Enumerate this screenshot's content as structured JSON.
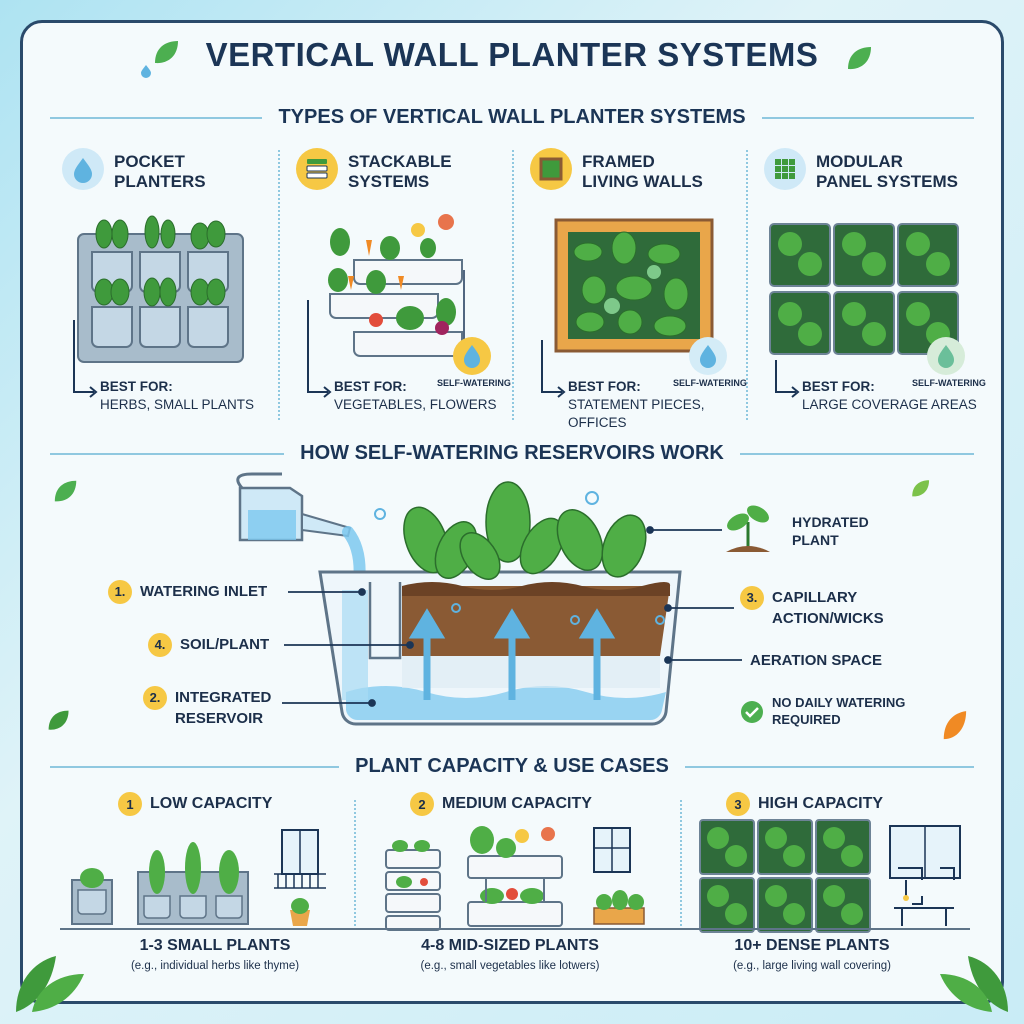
{
  "title": "VERTICAL WALL PLANTER SYSTEMS",
  "types_section": {
    "heading": "TYPES OF VERTICAL WALL PLANTER SYSTEMS",
    "items": [
      {
        "name_line1": "POCKET",
        "name_line2": "PLANTERS",
        "best_label": "BEST FOR:",
        "best_line1": "HERBS, SMALL PLANTS",
        "best_line2": "",
        "badge": "",
        "icon": "water-drop-icon",
        "icon_color": "#5fb3e0"
      },
      {
        "name_line1": "STACKABLE",
        "name_line2": "SYSTEMS",
        "best_label": "BEST FOR:",
        "best_line1": "VEGETABLES, FLOWERS",
        "best_line2": "",
        "badge": "SELF-WATERING",
        "icon": "stacked-trays-icon",
        "icon_color": "#f6c844"
      },
      {
        "name_line1": "FRAMED",
        "name_line2": "LIVING WALLS",
        "best_label": "BEST FOR:",
        "best_line1": "STATEMENT PIECES,",
        "best_line2": "OFFICES",
        "badge": "SELF-WATERING",
        "icon": "frame-icon",
        "icon_color": "#f6c844"
      },
      {
        "name_line1": "MODULAR",
        "name_line2": "PANEL SYSTEMS",
        "best_label": "BEST FOR:",
        "best_line1": "LARGE COVERAGE AREAS",
        "best_line2": "",
        "badge": "SELF-WATERING",
        "icon": "grid-panel-icon",
        "icon_color": "#5fb3e0"
      }
    ]
  },
  "reservoir_section": {
    "heading": "HOW SELF-WATERING RESERVOIRS WORK",
    "labels": {
      "inlet_num": "1.",
      "inlet": "WATERING INLET",
      "soil_num": "4.",
      "soil": "SOIL/PLANT",
      "reservoir_num": "2.",
      "reservoir_line1": "INTEGRATED",
      "reservoir_line2": "RESERVOIR",
      "hydrated_line1": "HYDRATED",
      "hydrated_line2": "PLANT",
      "capillary_num": "3.",
      "capillary_line1": "CAPILLARY",
      "capillary_line2": "ACTION/WICKS",
      "aeration": "AERATION SPACE",
      "no_daily_line1": "NO DAILY WATERING",
      "no_daily_line2": "REQUIRED"
    }
  },
  "capacity_section": {
    "heading": "PLANT CAPACITY & USE CASES",
    "items": [
      {
        "num": "1",
        "name": "LOW CAPACITY",
        "main": "1-3 SMALL PLANTS",
        "sub": "(e.g., individual herbs like thyme)"
      },
      {
        "num": "2",
        "name": "MEDIUM CAPACITY",
        "main": "4-8 MID-SIZED PLANTS",
        "sub": "(e.g., small vegetables like lotwers)"
      },
      {
        "num": "3",
        "name": "HIGH CAPACITY",
        "main": "10+ DENSE PLANTS",
        "sub": "(e.g., large living wall covering)"
      }
    ]
  },
  "colors": {
    "navy": "#1b3556",
    "leaf": "#3f9a3c",
    "leaf_dark": "#2b7a2e",
    "soil": "#8a5a34",
    "water": "#7cc8ef",
    "accent_yellow": "#f6c844"
  }
}
